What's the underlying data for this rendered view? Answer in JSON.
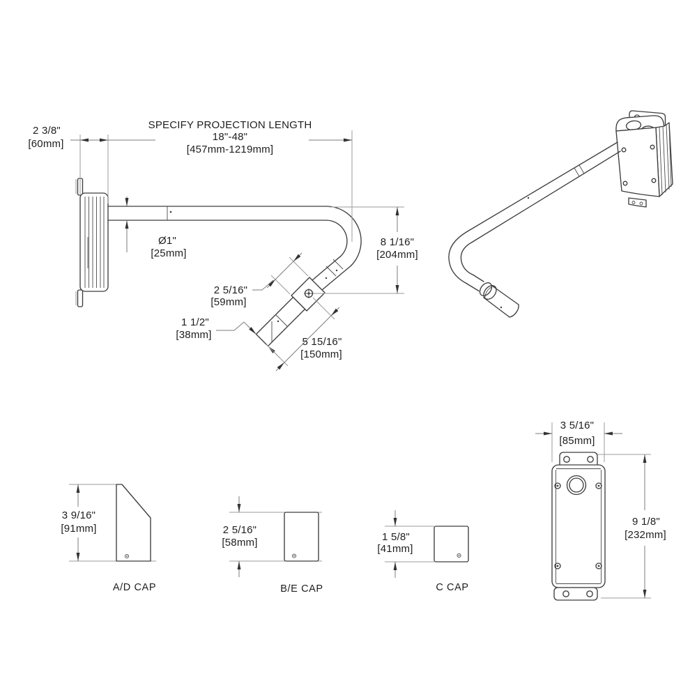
{
  "drawing_type": "gooseneck sign light fixture dimension drawing",
  "colors": {
    "background": "#ffffff",
    "drawing_line": "#3d3d3d",
    "dimension_line": "#7b7b7b",
    "extension_line": "#9b9b9b",
    "text": "#1e1e1e"
  },
  "side_view": {
    "projection_note_line1": "SPECIFY PROJECTION LENGTH",
    "projection_note_line2": "18\"-48\"",
    "projection_note_line3": "[457mm-1219mm]",
    "dim_wall_plate_depth_in": "2 3/8\"",
    "dim_wall_plate_depth_mm": "[60mm]",
    "dim_pipe_diameter_in": "Ø1\"",
    "dim_pipe_diameter_mm": "[25mm]",
    "dim_drop_height_in": "8 1/16\"",
    "dim_drop_height_mm": "[204mm]",
    "dim_knuckle_length_in": "2 5/16\"",
    "dim_knuckle_length_mm": "[59mm]",
    "dim_holder_width_in": "1 1/2\"",
    "dim_holder_width_mm": "[38mm]",
    "dim_holder_length_in": "5 15/16\"",
    "dim_holder_length_mm": "[150mm]"
  },
  "caps": {
    "ad": {
      "label": "A/D CAP",
      "height_in": "3 9/16\"",
      "height_mm": "[91mm]"
    },
    "be": {
      "label": "B/E CAP",
      "height_in": "2 5/16\"",
      "height_mm": "[58mm]"
    },
    "c": {
      "label": "C CAP",
      "height_in": "1 5/8\"",
      "height_mm": "[41mm]"
    }
  },
  "back_plate": {
    "width_in": "3 5/16\"",
    "width_mm": "[85mm]",
    "height_in": "9 1/8\"",
    "height_mm": "[232mm]"
  }
}
